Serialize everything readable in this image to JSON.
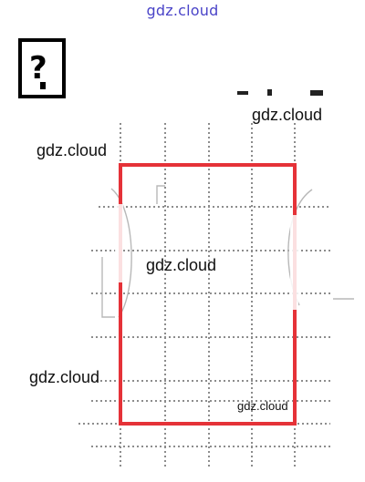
{
  "header": {
    "site_link": "gdz.cloud"
  },
  "corner_icon": {
    "glyph": "?",
    "icon_name": "question-mark-square-icon"
  },
  "watermarks": [
    "gdz.cloud",
    "gdz.cloud",
    "gdz.cloud",
    "gdz.cloud",
    "gdz.cloud"
  ],
  "colors": {
    "rectangle": "#e53238",
    "grid": "#8c8c8c",
    "header_link": "#4a44c8",
    "text": "#111111"
  }
}
